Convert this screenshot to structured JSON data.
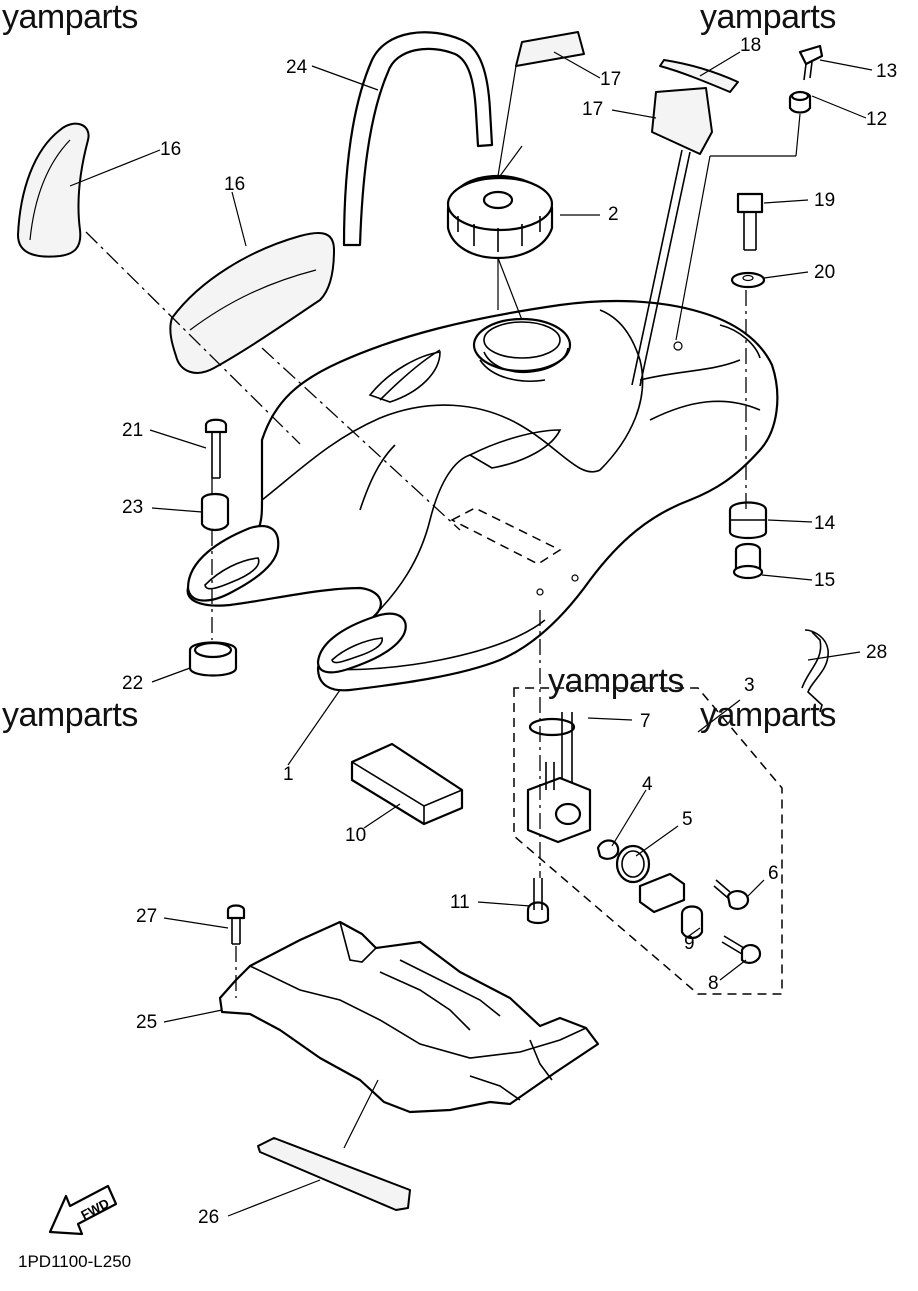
{
  "watermarks": [
    "yamparts",
    "yamparts",
    "yamparts",
    "yamparts",
    "yamparts"
  ],
  "callouts": [
    "1",
    "2",
    "3",
    "4",
    "5",
    "6",
    "7",
    "8",
    "9",
    "10",
    "11",
    "12",
    "13",
    "14",
    "15",
    "16",
    "16",
    "17",
    "17",
    "18",
    "19",
    "20",
    "21",
    "22",
    "23",
    "24",
    "25",
    "26",
    "27",
    "28"
  ],
  "fwd_label": "FWD",
  "diagram_code": "1PD1100-L250",
  "icons": {
    "forward": "fwd-arrow-icon"
  }
}
